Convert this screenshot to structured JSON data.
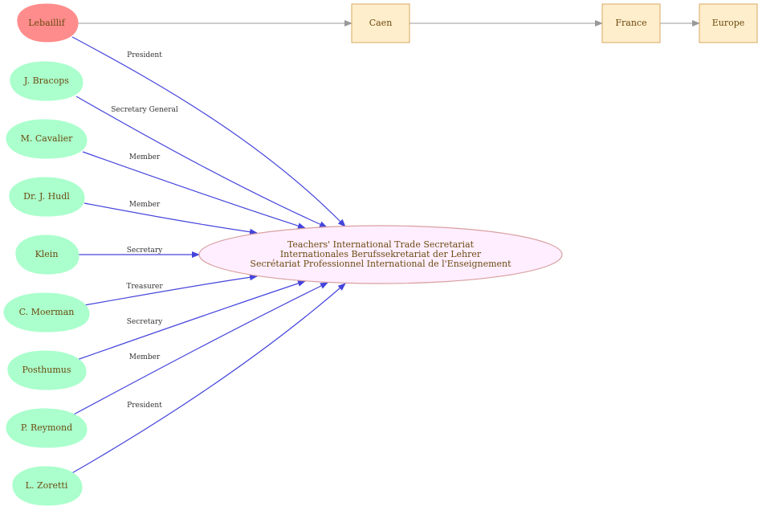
{
  "diagram": {
    "hub": {
      "lines": [
        "Teachers' International Trade Secretariat",
        "Internationales Berufssekretariat der Lehrer",
        "Secrétariat Professionnel International de l'Enseignement"
      ]
    },
    "people": [
      {
        "name": "Lebaillif",
        "role": "President",
        "highlight": true
      },
      {
        "name": "J. Bracops",
        "role": "Secretary General"
      },
      {
        "name": "M. Cavalier",
        "role": "Member"
      },
      {
        "name": "Dr. J. Hudl",
        "role": "Member"
      },
      {
        "name": "Klein",
        "role": "Secretary"
      },
      {
        "name": "C. Moerman",
        "role": "Treasurer"
      },
      {
        "name": "Posthumus",
        "role": "Secretary"
      },
      {
        "name": "P. Reymond",
        "role": "Member"
      },
      {
        "name": "L. Zoretti",
        "role": "President"
      }
    ],
    "places": [
      "Caen",
      "France",
      "Europe"
    ],
    "colors": {
      "person_fill": "#aaffcc",
      "highlight_fill": "#ff8c8c",
      "place_fill": "#ffeecc",
      "place_stroke": "#d9a860",
      "hub_fill": "#ffeeff",
      "hub_stroke": "#d8a0a0",
      "role_edge": "#4444dd",
      "place_edge": "#999999",
      "label_text": "#6b4a10"
    }
  }
}
